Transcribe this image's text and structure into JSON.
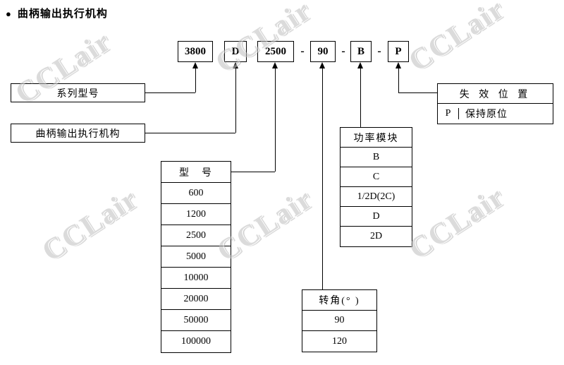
{
  "title": {
    "bullet": "●",
    "text": "曲柄输出执行机构"
  },
  "code": {
    "seg1": "3800",
    "seg2": "D",
    "seg3": "2500",
    "seg4": "90",
    "seg5": "B",
    "seg6": "P",
    "dash": "-"
  },
  "callouts": {
    "series": "系列型号",
    "actuator": "曲柄输出执行机构"
  },
  "model_table": {
    "header": "型　号",
    "rows": [
      "600",
      "1200",
      "2500",
      "5000",
      "10000",
      "20000",
      "50000",
      "100000"
    ]
  },
  "angle_table": {
    "header": "转角(° )",
    "rows": [
      "90",
      "120"
    ]
  },
  "power_table": {
    "header": "功率模块",
    "rows": [
      "B",
      "C",
      "1/2D(2C)",
      "D",
      "2D"
    ]
  },
  "fail_table": {
    "header": "失 效 位 置",
    "row_code": "P",
    "row_desc": "保持原位"
  },
  "watermark": {
    "text": "CCLair"
  }
}
